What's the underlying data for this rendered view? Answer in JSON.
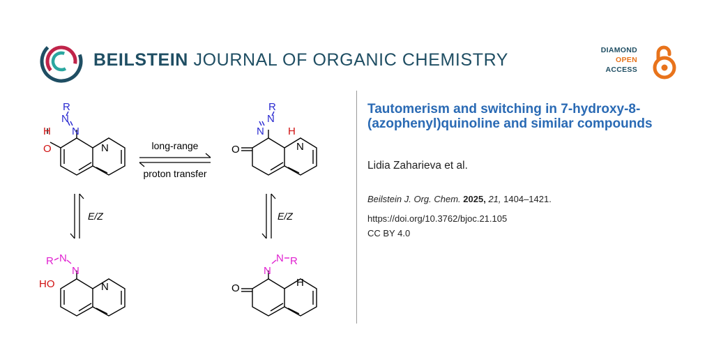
{
  "journal": {
    "name_bold": "BEILSTEIN",
    "name_rest": "JOURNAL OF ORGANIC CHEMISTRY"
  },
  "badge": {
    "line1": "DIAMOND",
    "line2": "OPEN",
    "line3": "ACCESS"
  },
  "scheme": {
    "arrow_top_label": "long-range",
    "arrow_bottom_label": "proton transfer",
    "ez_left": "E/Z",
    "ez_right": "E/Z",
    "atom_R": "R",
    "atom_N": "N",
    "atom_H": "H",
    "atom_O": "O",
    "atom_HO": "HO"
  },
  "article": {
    "title": "Tautomerism and switching in 7-hydroxy-8-(azophenyl)quinoline and similar compounds",
    "authors": "Lidia Zaharieva et al.",
    "citation_journal": "Beilstein J. Org. Chem.",
    "citation_year": "2025,",
    "citation_volume": "21,",
    "citation_pages": "1404–1421.",
    "doi": "https://doi.org/10.3762/bjoc.21.105",
    "license": "CC BY 4.0"
  },
  "colors": {
    "brand": "#1f4e63",
    "accent_orange": "#e8731b",
    "title_blue": "#2a6ab4",
    "azo_blue": "#2a2ad0",
    "azo_magenta": "#e020d0",
    "hydroxyl_red": "#d01010"
  }
}
